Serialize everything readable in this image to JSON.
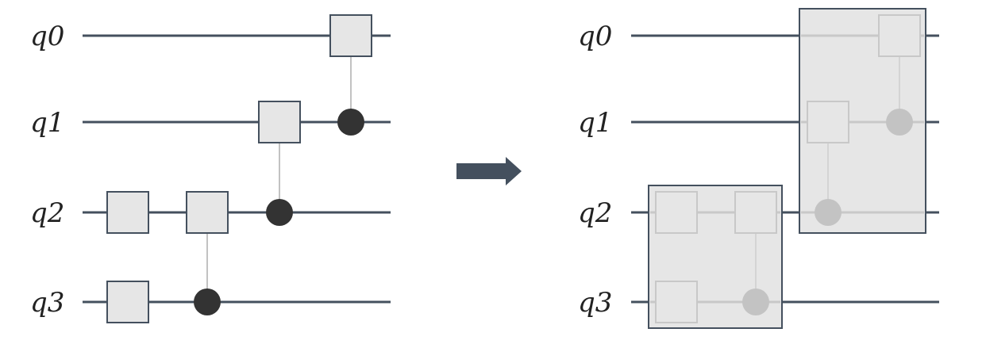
{
  "left_circuit": {
    "qubits": [
      {
        "label": "q0"
      },
      {
        "label": "q1"
      },
      {
        "label": "q2"
      },
      {
        "label": "q3"
      }
    ],
    "gates": [
      {
        "type": "single",
        "qubit": 2,
        "column": 0
      },
      {
        "type": "single",
        "qubit": 3,
        "column": 0
      },
      {
        "type": "controlled",
        "target": 2,
        "control": 3,
        "column": 1
      },
      {
        "type": "controlled",
        "target": 1,
        "control": 2,
        "column": 2
      },
      {
        "type": "controlled",
        "target": 0,
        "control": 1,
        "column": 3
      }
    ]
  },
  "arrow": {
    "direction": "right"
  },
  "right_circuit": {
    "qubits": [
      {
        "label": "q0"
      },
      {
        "label": "q1"
      },
      {
        "label": "q2"
      },
      {
        "label": "q3"
      }
    ],
    "gates": [
      {
        "type": "single",
        "qubit": 2,
        "column": 0
      },
      {
        "type": "single",
        "qubit": 3,
        "column": 0
      },
      {
        "type": "controlled",
        "target": 2,
        "control": 3,
        "column": 1
      },
      {
        "type": "controlled",
        "target": 1,
        "control": 2,
        "column": 2
      },
      {
        "type": "controlled",
        "target": 0,
        "control": 1,
        "column": 3
      }
    ],
    "blocks": [
      {
        "qubits": [
          2,
          3
        ],
        "columns": [
          0,
          1
        ]
      },
      {
        "qubits": [
          0,
          1,
          2
        ],
        "columns": [
          2,
          3
        ]
      }
    ]
  },
  "colors": {
    "wire": "#44505e",
    "gate_fill": "#e6e6e6",
    "gate_stroke": "#44505e",
    "control": "#333333",
    "arrow": "#44505e",
    "block_fill": "#e6e6e6",
    "block_stroke": "#44505e",
    "faded_gate_fill": "#e6e6e6",
    "faded_gate_stroke": "#c8c8c8",
    "faded_wire": "#c8c8c8",
    "faded_control": "#c3c3c3",
    "connector": "#9a9a9a"
  }
}
